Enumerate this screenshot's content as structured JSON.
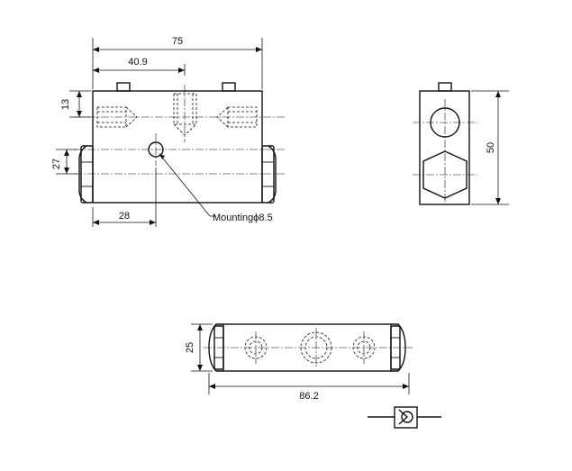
{
  "dimensions": {
    "front_width": "75",
    "front_offset": "40.9",
    "front_top": "13",
    "front_port_spacing": "27",
    "front_mount_offset": "28",
    "side_height": "50",
    "top_height": "25",
    "top_length": "86.2"
  },
  "labels": {
    "mounting": "Mountingϕ8.5"
  }
}
